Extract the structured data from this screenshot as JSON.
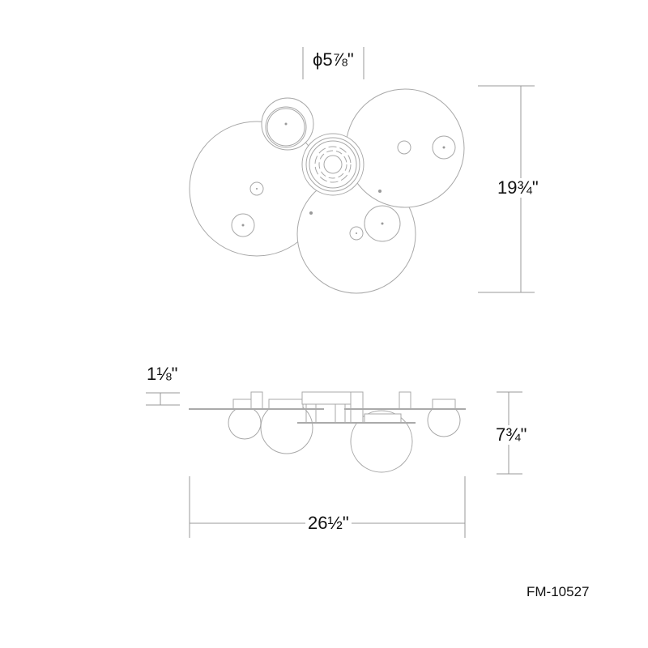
{
  "dimensions": {
    "canopy_diameter": "ϕ5⅞\"",
    "top_view_height": "19¾\"",
    "canopy_height": "1⅛\"",
    "overall_height": "7¾\"",
    "overall_width": "26½\""
  },
  "model_number": "FM-10527",
  "colors": {
    "line": "#a8a8a8",
    "text": "#111111"
  }
}
